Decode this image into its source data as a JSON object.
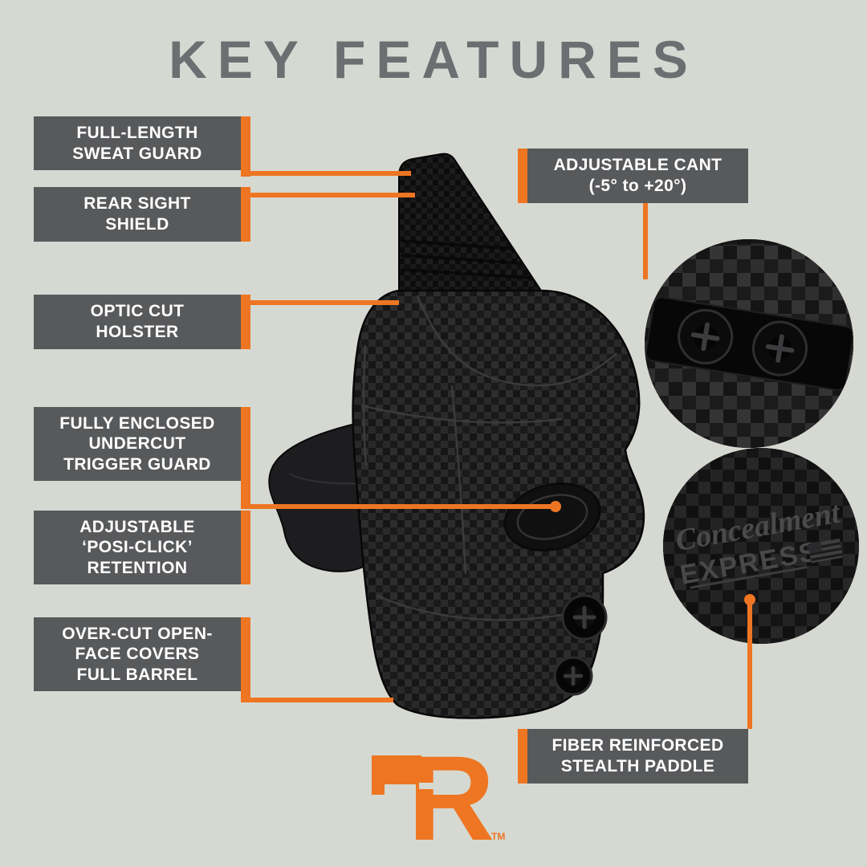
{
  "title": "KEY FEATURES",
  "colors": {
    "accent": "#EE7522",
    "label-bg": "#58595B",
    "label-text": "#FFFFFF",
    "page-bg": "#D6D9D2",
    "title-color": "#6D6E71"
  },
  "callouts_left": [
    {
      "text": "FULL-LENGTH SWEAT GUARD",
      "lines": [
        "FULL-LENGTH",
        "SWEAT GUARD"
      ]
    },
    {
      "text": "REAR SIGHT SHIELD",
      "lines": [
        "REAR SIGHT",
        "SHIELD"
      ]
    },
    {
      "text": "OPTIC CUT HOLSTER",
      "lines": [
        "OPTIC CUT",
        "HOLSTER"
      ]
    },
    {
      "text": "FULLY ENCLOSED UNDERCUT TRIGGER GUARD",
      "lines": [
        "FULLY ENCLOSED",
        "UNDERCUT",
        "TRIGGER GUARD"
      ]
    },
    {
      "text": "ADJUSTABLE ‘POSI-CLICK’ RETENTION",
      "lines": [
        "ADJUSTABLE",
        "‘POSI-CLICK’",
        "RETENTION"
      ]
    },
    {
      "text": "OVER-CUT OPEN-FACE COVERS FULL BARREL",
      "lines": [
        "OVER-CUT OPEN-",
        "FACE COVERS",
        "FULL BARREL"
      ]
    }
  ],
  "callouts_right": [
    {
      "text": "ADJUSTABLE CANT (-5° to +20°)",
      "lines": [
        "ADJUSTABLE CANT",
        "(-5° to +20°)"
      ]
    },
    {
      "text": "FIBER REINFORCED STEALTH PADDLE",
      "lines": [
        "FIBER REINFORCED",
        "STEALTH PADDLE"
      ]
    }
  ],
  "inset_logo": {
    "line1": "Concealment",
    "line2": "EXPRESS"
  },
  "brand": {
    "letter": "R",
    "trademark": "TM"
  }
}
